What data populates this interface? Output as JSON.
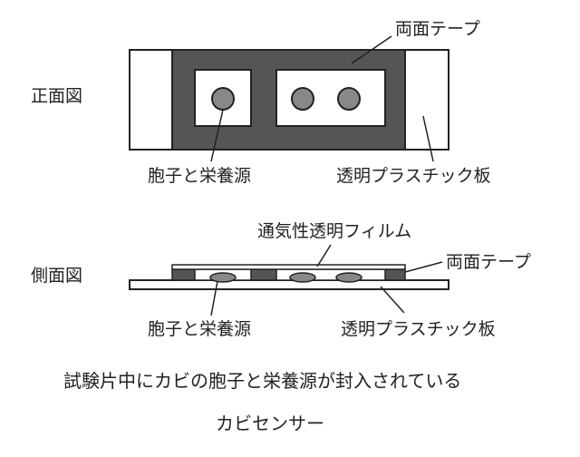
{
  "front": {
    "title": "正面図",
    "tape_label": "両面テープ",
    "spore_label": "胞子と栄養源",
    "plastic_label": "透明プラスチック板"
  },
  "side": {
    "title": "側面図",
    "film_label": "通気性透明フィルム",
    "tape_label": "両面テープ",
    "spore_label": "胞子と栄養源",
    "plastic_label": "透明プラスチック板"
  },
  "caption": {
    "description": "試験片中にカビの胞子と栄養源が封入されている",
    "name": "カビセンサー"
  },
  "colors": {
    "line": "#222222",
    "tape": "#555555",
    "spore": "#888888",
    "background": "#ffffff"
  }
}
